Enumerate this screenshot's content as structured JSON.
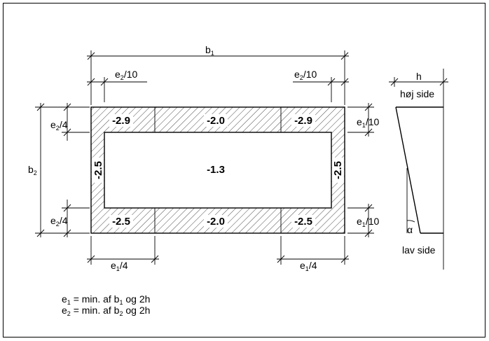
{
  "diagram": {
    "b1": {
      "base": "b",
      "sub": "1"
    },
    "b2": {
      "base": "b",
      "sub": "2"
    },
    "dim_e2_10": {
      "base": "e",
      "sub": "2",
      "rest": "/10"
    },
    "dim_e1_10": {
      "base": "e",
      "sub": "1",
      "rest": "/10"
    },
    "dim_e2_4": {
      "base": "e",
      "sub": "2",
      "rest": "/4"
    },
    "dim_e1_4": {
      "base": "e",
      "sub": "1",
      "rest": "/4"
    },
    "zones": {
      "corner_tl": "-2.9",
      "top_mid": "-2.0",
      "corner_tr": "-2.9",
      "side_left": "-2.5",
      "center": "-1.3",
      "side_right": "-2.5",
      "corner_bl": "-2.5",
      "bottom_mid": "-2.0",
      "corner_br": "-2.5"
    },
    "side_view": {
      "h": "h",
      "high_side": "høj side",
      "low_side": "lav side",
      "alpha": "α"
    },
    "notes": [
      {
        "base": "e",
        "sub": "1",
        "text1": " = min. af b",
        "sub2": "1",
        "text2": " og 2h"
      },
      {
        "base": "e",
        "sub": "2",
        "text1": " = min. af b",
        "sub2": "2",
        "text2": " og 2h"
      }
    ]
  }
}
